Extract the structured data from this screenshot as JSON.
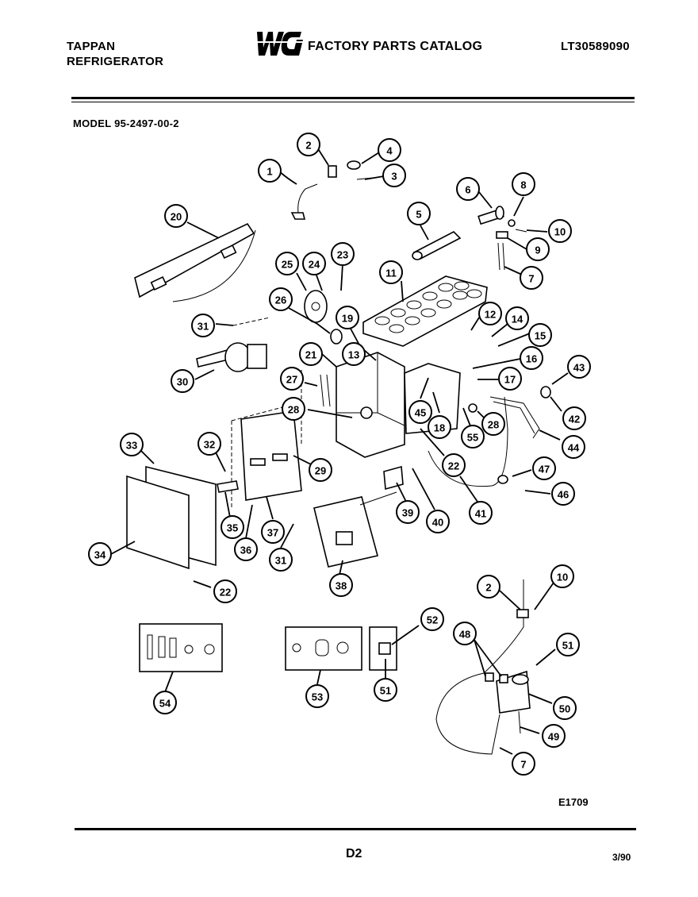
{
  "header": {
    "brand_line1": "TAPPAN",
    "brand_line2": "REFRIGERATOR",
    "catalog_title": "FACTORY PARTS CATALOG",
    "logo_text": "WCI",
    "document_number": "LT30589090"
  },
  "model_label": "MODEL 95-2497-00-2",
  "drawing_code": "E1709",
  "page_number": "D2",
  "date": "3/90",
  "callouts": [
    "1",
    "2",
    "4",
    "3",
    "6",
    "8",
    "5",
    "10",
    "9",
    "7",
    "20",
    "25",
    "24",
    "23",
    "11",
    "26",
    "31",
    "19",
    "12",
    "14",
    "15",
    "21",
    "13",
    "16",
    "43",
    "30",
    "27",
    "17",
    "45",
    "42",
    "28",
    "18",
    "28",
    "44",
    "33",
    "32",
    "29",
    "55",
    "22",
    "47",
    "46",
    "35",
    "36",
    "37",
    "39",
    "40",
    "41",
    "34",
    "31",
    "38",
    "22",
    "2",
    "10",
    "52",
    "48",
    "51",
    "54",
    "53",
    "51",
    "50",
    "49",
    "7"
  ],
  "colors": {
    "ink": "#000000",
    "paper": "#ffffff"
  }
}
